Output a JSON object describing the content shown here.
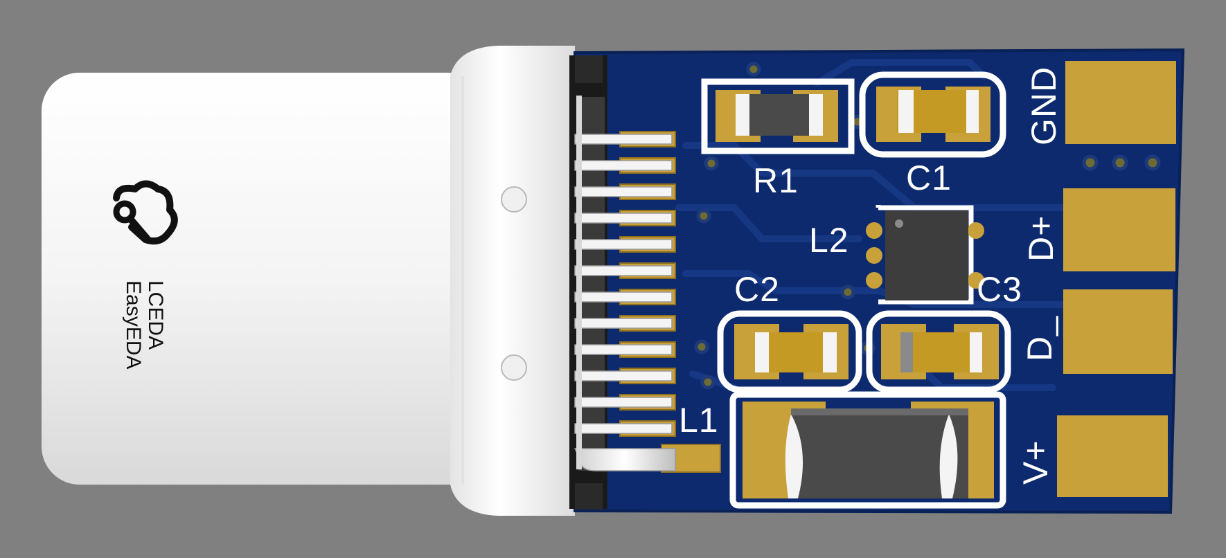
{
  "scene": "usb-c-pcb-3d-render",
  "connector": {
    "logo": {
      "icon": "easyeda-logo-icon",
      "line1": "LCEDA",
      "line2": "EasyEDA"
    }
  },
  "board": {
    "components": [
      {
        "ref": "R1",
        "type": "resistor"
      },
      {
        "ref": "C1",
        "type": "capacitor"
      },
      {
        "ref": "L2",
        "type": "ic"
      },
      {
        "ref": "C2",
        "type": "capacitor"
      },
      {
        "ref": "C3",
        "type": "capacitor"
      },
      {
        "ref": "L1",
        "type": "inductor"
      }
    ],
    "pads": {
      "gnd": "GND",
      "dplus": "D+",
      "dminus": "D_",
      "vplus": "V+"
    }
  },
  "colors": {
    "background": "#808080",
    "pcb": "#0d2a6e",
    "pad_gold": "#c9a13a",
    "silkscreen": "#ffffff",
    "plastic": "#f2f2f2",
    "component_body": "#4a4a4a"
  }
}
